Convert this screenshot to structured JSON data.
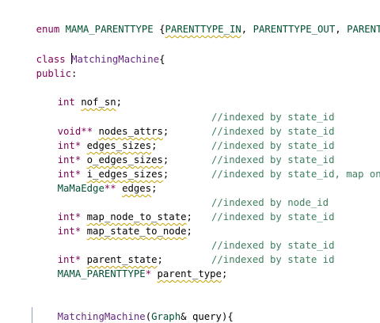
{
  "editor": {
    "line_enum": [
      "enum",
      " ",
      "MAMA_PARENTTYPE",
      " {",
      "PARENTTYPE_IN",
      ", ",
      "PARENTTYPE_OUT",
      ", ",
      "PARENTTYPE_NULL"
    ],
    "line_class": [
      "class",
      " ",
      "MatchingMachine",
      "{"
    ],
    "line_public": [
      "public",
      ":"
    ],
    "nof_sn": [
      "int",
      " ",
      "nof_sn",
      ";"
    ],
    "nodes_attrs": [
      "void",
      "**",
      " ",
      "nodes_attrs",
      ";",
      "//indexed by state_id"
    ],
    "edges_sizes": [
      "int",
      "*",
      " ",
      "edges_sizes",
      ";",
      "//indexed by state_id"
    ],
    "o_edges_sizes": [
      "int",
      "*",
      " ",
      "o_edges_sizes",
      ";",
      "//indexed by state_id"
    ],
    "i_edges_sizes": [
      "int",
      "*",
      " ",
      "i_edges_sizes",
      ";",
      "//indexed by state_id"
    ],
    "edges": [
      "MaMaEdge",
      "**",
      " ",
      "edges",
      ";",
      "//indexed by state_id, map on s"
    ],
    "map_node_to_state": [
      "int",
      "*",
      " ",
      "map_node_to_state",
      ";",
      "//indexed by node_id"
    ],
    "map_state_to_node": [
      "int",
      "*",
      " ",
      "map_state_to_node",
      ";",
      "//indexed by state_id"
    ],
    "parent_state": [
      "int",
      "*",
      " ",
      "parent_state",
      ";",
      "//indexed by state_id"
    ],
    "parent_type": [
      "MAMA_PARENTTYPE",
      "*",
      " ",
      "parent_type",
      ";",
      "//indexed by state id"
    ],
    "constructor": [
      "MatchingMachine",
      "(",
      "Graph",
      "& ",
      "query",
      "){"
    ]
  },
  "colors": {
    "keyword": "#7f0055",
    "type": "#005032",
    "function": "#642880",
    "comment": "#3f7f5f",
    "squiggle": "#c8a000"
  }
}
